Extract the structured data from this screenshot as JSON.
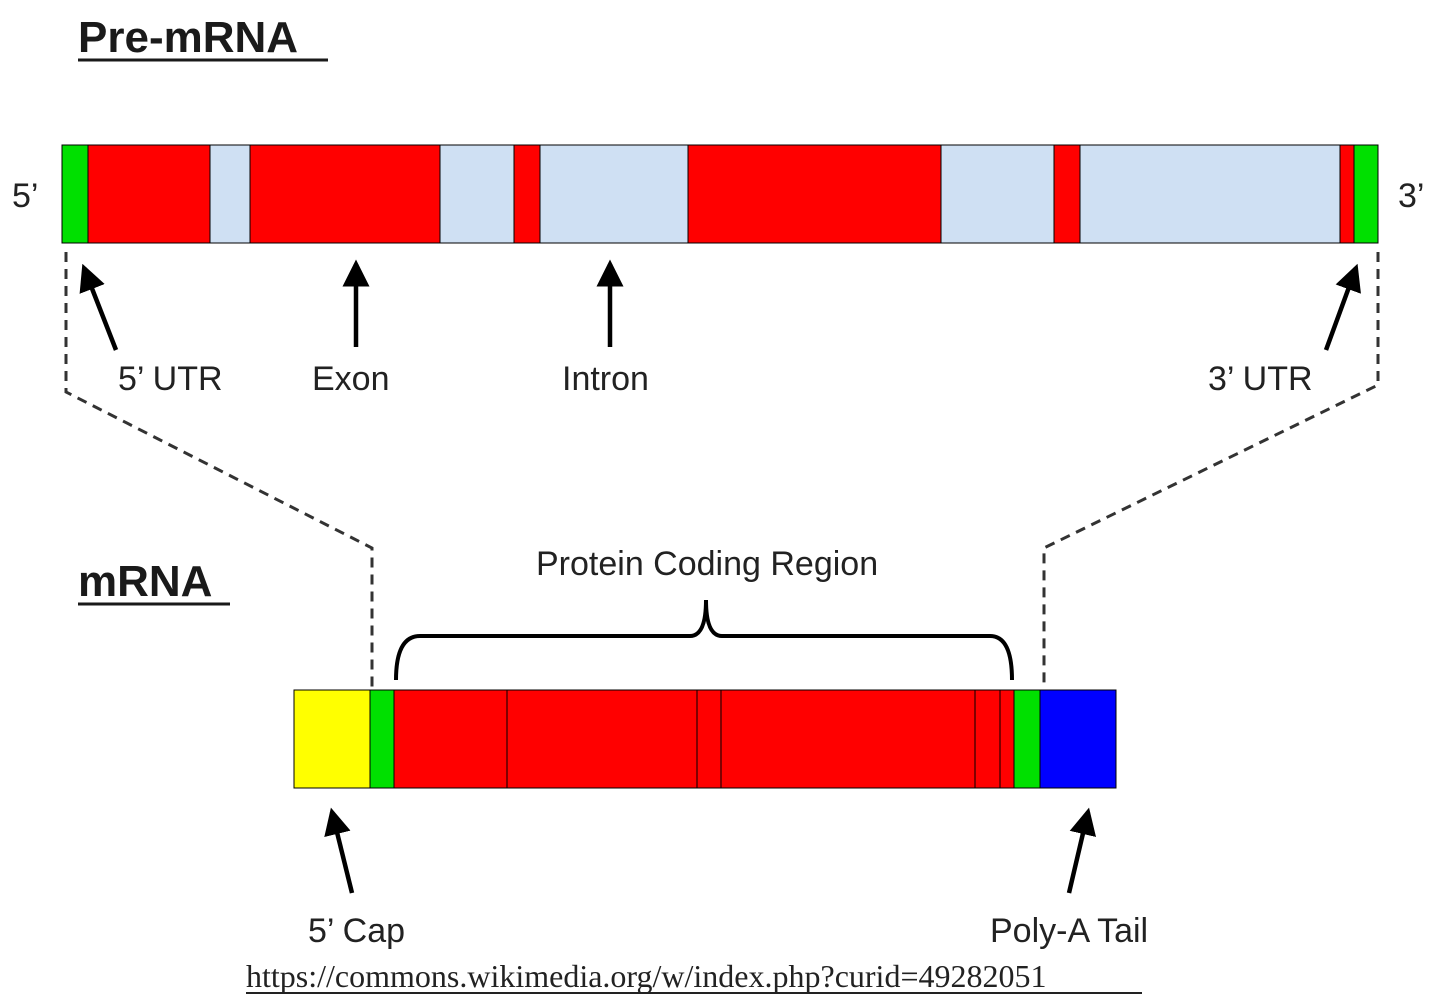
{
  "pre_mrna": {
    "title": "Pre-mRNA",
    "end_5": "5’",
    "end_3": "3’",
    "labels": {
      "utr5": "5’ UTR",
      "exon": "Exon",
      "intron": "Intron",
      "utr3": "3’ UTR"
    }
  },
  "mrna": {
    "title": "mRNA",
    "protein_coding_label": "Protein Coding Region",
    "cap_label": "5’ Cap",
    "tail_label": "Poly-A Tail"
  },
  "source": "https://commons.wikimedia.org/w/index.php?curid=49282051",
  "colors": {
    "utr": "#00e000",
    "exon": "#ff0000",
    "intron": "#cfe0f3",
    "cap": "#ffff00",
    "poly_a_tail": "#0000ff"
  }
}
